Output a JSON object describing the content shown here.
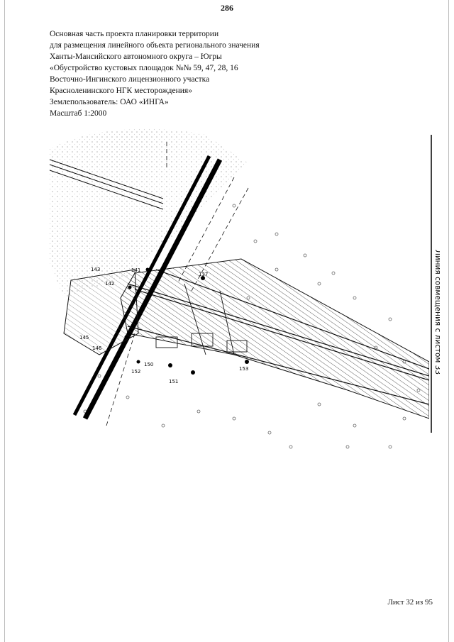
{
  "page_number": "286",
  "header": {
    "lines": [
      "Основная часть проекта планировки территории",
      "для размещения линейного объекта регионального значения",
      "Ханты-Мансийского автономного округа – Югры",
      "«Обустройство кустовых площадок №№ 59, 47, 28, 16",
      "Восточно-Ингинского лицензионного участка",
      "Красноленинского НГК месторождения»",
      "Землепользователь: ОАО «ИНГА»",
      "Масштаб 1:2000"
    ]
  },
  "map": {
    "match_line_label": "Линия совмещения с листом 33",
    "point_labels": [
      "141",
      "142",
      "143",
      "145",
      "146",
      "150",
      "151",
      "152",
      "153",
      "137"
    ],
    "colors": {
      "ink": "#111111",
      "hatch": "#333333",
      "dots": "#bbbbbb"
    }
  },
  "footer": {
    "sheet_label": "Лист 32 из 95"
  }
}
